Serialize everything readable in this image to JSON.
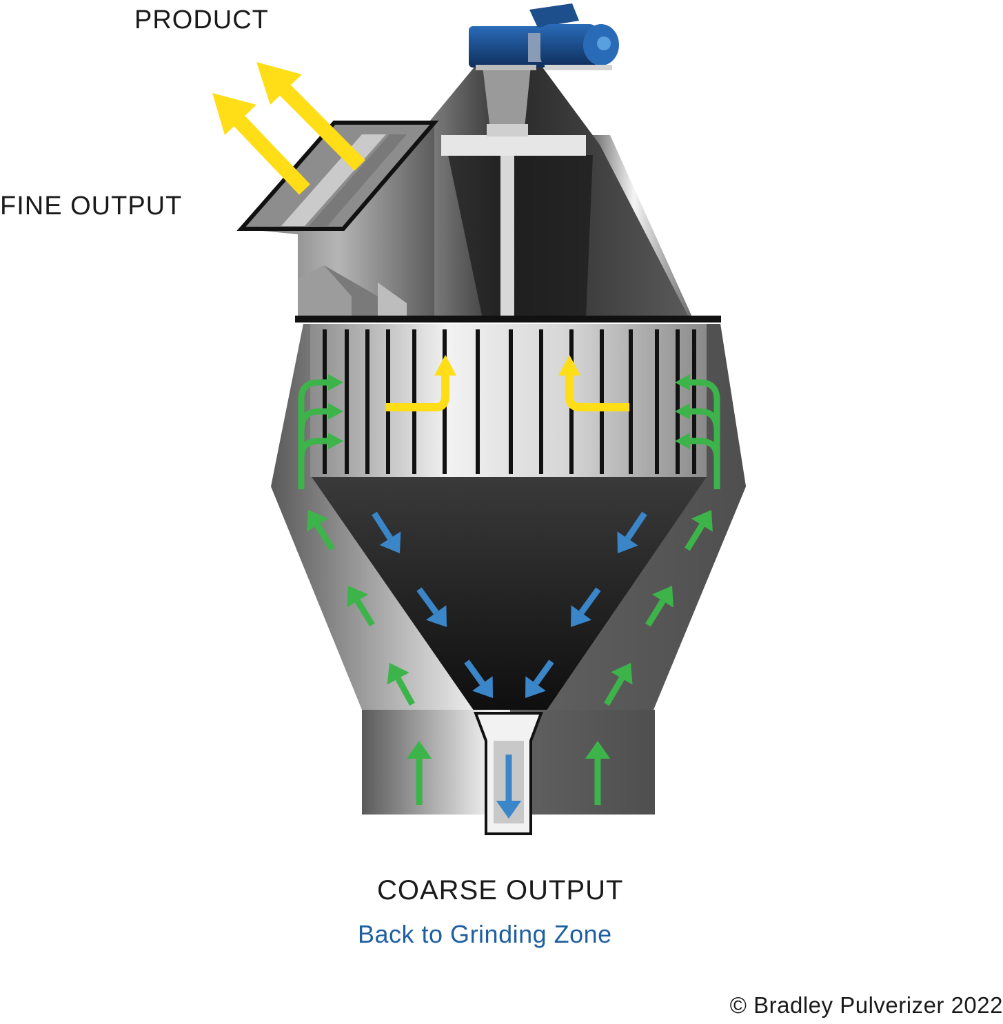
{
  "labels": {
    "product": "PRODUCT",
    "fine_output": "FINE OUTPUT",
    "coarse_output": "COARSE OUTPUT",
    "back_to_grinding": "Back to Grinding Zone",
    "copyright": "© Bradley Pulverizer 2022"
  },
  "colors": {
    "product_arrow": "#ffdd17",
    "air_flow_arrow": "#3cb44a",
    "coarse_flow_arrow": "#3a86c8",
    "motor": "#1c4f8c",
    "caption_blue": "#1f5fa0"
  },
  "icons": {
    "motor": "motor-icon",
    "product_arrows": "up-left-arrow-icon",
    "air_arrows": "up-arrow-icon",
    "coarse_arrows": "down-arrow-icon"
  }
}
